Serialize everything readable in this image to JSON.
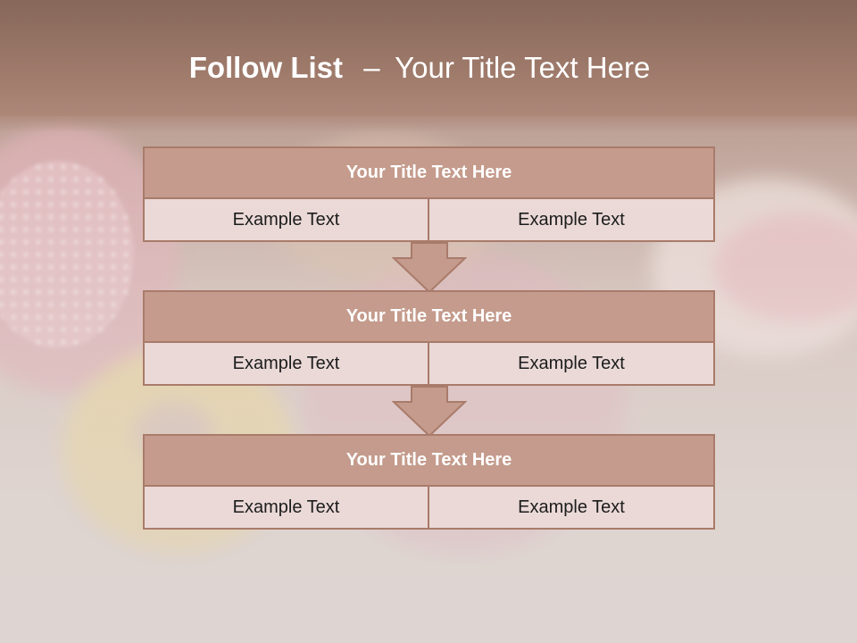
{
  "slide": {
    "title_bold": "Follow List",
    "title_dash": "–",
    "title_rest": "Your Title Text Here"
  },
  "blocks": [
    {
      "title": "Your Title Text Here",
      "left": "Example Text",
      "right": "Example Text"
    },
    {
      "title": "Your Title Text Here",
      "left": "Example Text",
      "right": "Example Text"
    },
    {
      "title": "Your Title Text Here",
      "left": "Example Text",
      "right": "Example Text"
    }
  ],
  "colors": {
    "header": "#9c7869",
    "block_title_fill": "#c49b8c",
    "block_border": "#a97b6a",
    "cell_fill": "#ead9d7",
    "arrow_fill": "#c49b8c"
  },
  "icons": {
    "arrow": "down-arrow-icon"
  }
}
